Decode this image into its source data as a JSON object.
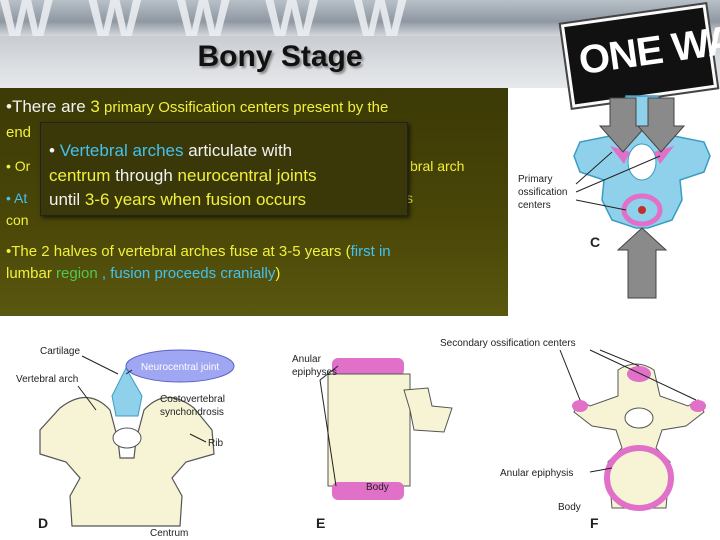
{
  "slide": {
    "title": "Bony Stage",
    "sign_text": "ONE WAY",
    "bullet1": {
      "prefix": "•There are ",
      "num": "3",
      "mid": " primary Ossification centers present by the",
      "cont": "end"
    },
    "bullet2": {
      "start": "• Or",
      "end": "bral arch"
    },
    "bullet3": {
      "start": "• At",
      "end": "s",
      "cont": "con"
    },
    "bullet4": {
      "prefix": "•The 2 halves of vertebral arches fuse ",
      "when": "at 3-5 years",
      "open": " (",
      "first": "first in",
      "region1": "lumbar",
      "region2": " region",
      "sep": " , ",
      "proceeds": "fusion proceeds cranially",
      "close": ")"
    },
    "callout": {
      "bullet": "• ",
      "p1": "Vertebral arches",
      "p2": " articulate with",
      "p3": "centrum",
      "p4": " through ",
      "p5": "neurocentral joints",
      "p6": "until ",
      "p7": "3-6 years",
      "p8": " when fusion occurs"
    }
  },
  "figures": {
    "c": {
      "label": "C",
      "primary_centers_label": [
        "Primary",
        "ossification",
        "centers"
      ],
      "colors": {
        "bone": "#8fd0ea",
        "center": "#e070c8",
        "arrow": "#8a8a8a"
      }
    },
    "d": {
      "label": "D",
      "cartilage": "Cartilage",
      "vertebral_arch": "Vertebral arch",
      "neurocentral_joint": "Neurocentral joint",
      "costovertebral": [
        "Costovertebral",
        "synchondrosis"
      ],
      "rib": "Rib",
      "centrum": "Centrum",
      "colors": {
        "bubble": "#9fa6f2",
        "cartilage": "#8fd0ea",
        "bone": "#f6f4d4"
      }
    },
    "e": {
      "label": "E",
      "anular": [
        "Anular",
        "epiphyses"
      ],
      "body": "Body"
    },
    "f": {
      "label": "F",
      "secondary": "Secondary ossification centers",
      "anular": "Anular epiphysis",
      "body": "Body",
      "colors": {
        "secondary": "#e070c8"
      }
    }
  }
}
